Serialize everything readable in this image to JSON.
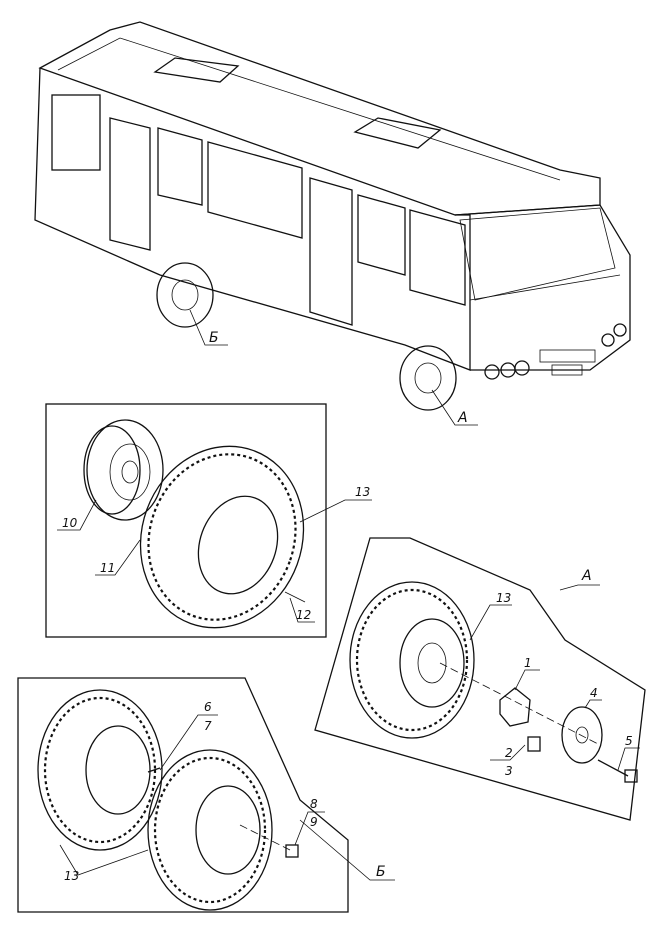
{
  "callouts": {
    "view_a": "А",
    "view_b": "Б",
    "p1": "1",
    "p2": "2",
    "p3": "3",
    "p4": "4",
    "p5": "5",
    "p6": "6",
    "p7": "7",
    "p8": "8",
    "p9": "9",
    "p10": "10",
    "p11": "11",
    "p12": "12",
    "p13": "13"
  }
}
